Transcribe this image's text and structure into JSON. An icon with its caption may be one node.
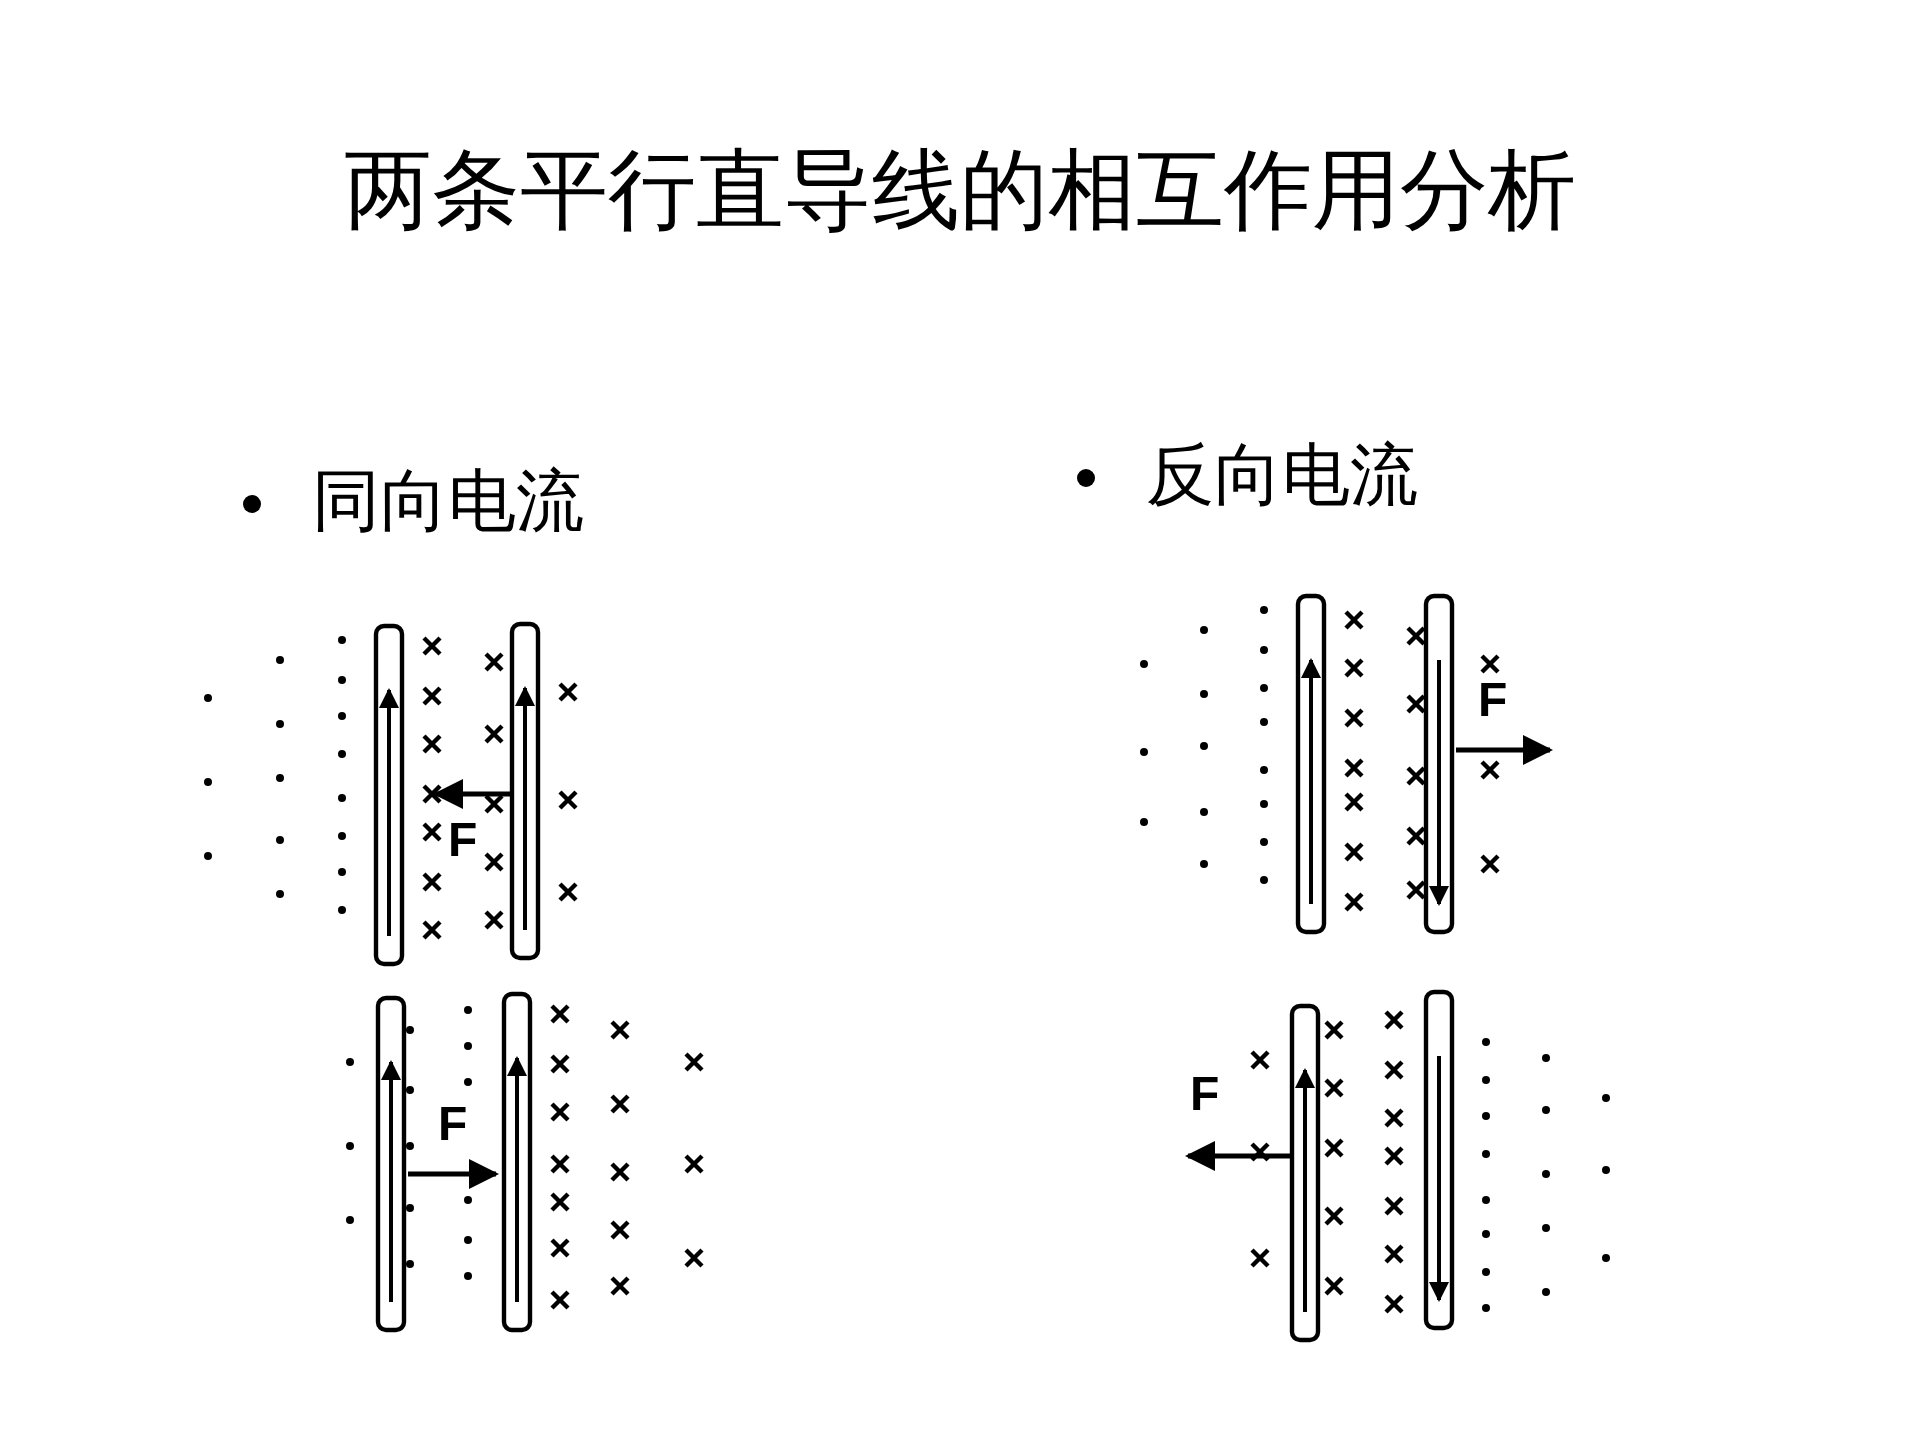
{
  "diagram": {
    "title": "两条平行直导线的相互作用分析",
    "labels": [
      "同向电流",
      "反向电流",
      "F",
      "F",
      "F",
      "F"
    ]
  }
}
